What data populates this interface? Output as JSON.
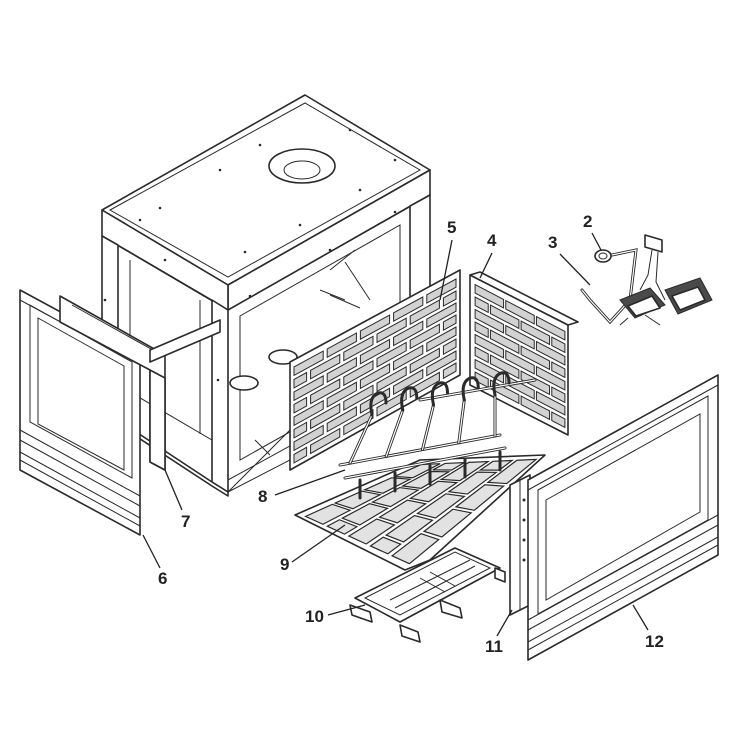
{
  "callouts": [
    {
      "id": "2",
      "label": "2"
    },
    {
      "id": "3",
      "label": "3"
    },
    {
      "id": "4",
      "label": "4"
    },
    {
      "id": "5",
      "label": "5"
    },
    {
      "id": "6",
      "label": "6"
    },
    {
      "id": "7",
      "label": "7"
    },
    {
      "id": "8",
      "label": "8"
    },
    {
      "id": "9",
      "label": "9"
    },
    {
      "id": "10",
      "label": "10"
    },
    {
      "id": "11",
      "label": "11"
    },
    {
      "id": "12",
      "label": "12"
    }
  ],
  "colors": {
    "line": "#2a2a2a",
    "brick_fill": "#d2d2d2",
    "background": "#ffffff"
  }
}
